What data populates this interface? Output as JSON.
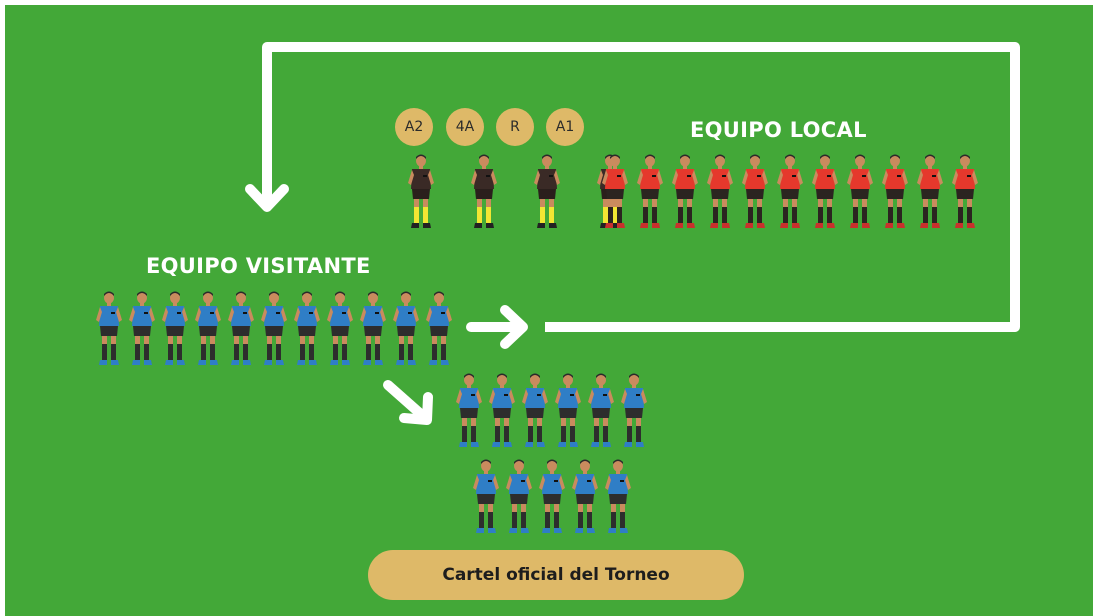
{
  "diagram": {
    "home_team_label": "EQUIPO LOCAL",
    "away_team_label": "EQUIPO VISITANTE",
    "officials": [
      "A2",
      "4A",
      "R",
      "A1"
    ],
    "home_players_count": 11,
    "away_players_count": 11,
    "away_second_group_counts": [
      6,
      5
    ],
    "poster_button_label": "Cartel oficial del Torneo"
  },
  "colors": {
    "field": "#43a838",
    "badge": "#deb968",
    "home_kit": "#e5382c",
    "away_kit": "#2f7ec6",
    "referee_kit": "#3a2a26",
    "referee_socks": "#f2e633",
    "arrow": "#ffffff"
  }
}
